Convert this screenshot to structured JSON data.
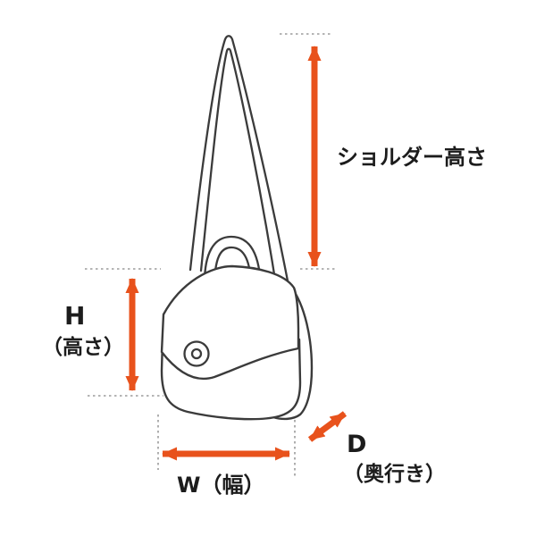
{
  "diagram": {
    "type": "measurement-diagram",
    "subject": "shoulder-bag",
    "colors": {
      "arrow": "#e8521c",
      "outline": "#3b3b3b",
      "guide": "#9b9b9b",
      "text": "#1c1c1c",
      "bg": "#ffffff"
    },
    "measurements": {
      "shoulder_height": {
        "label": "ショルダー高さ",
        "orientation": "vertical"
      },
      "height": {
        "label": "H",
        "sublabel": "（高さ）",
        "orientation": "vertical"
      },
      "width": {
        "label": "W（幅）",
        "orientation": "horizontal"
      },
      "depth": {
        "label": "D",
        "sublabel": "（奥行き）",
        "orientation": "diagonal"
      }
    }
  }
}
